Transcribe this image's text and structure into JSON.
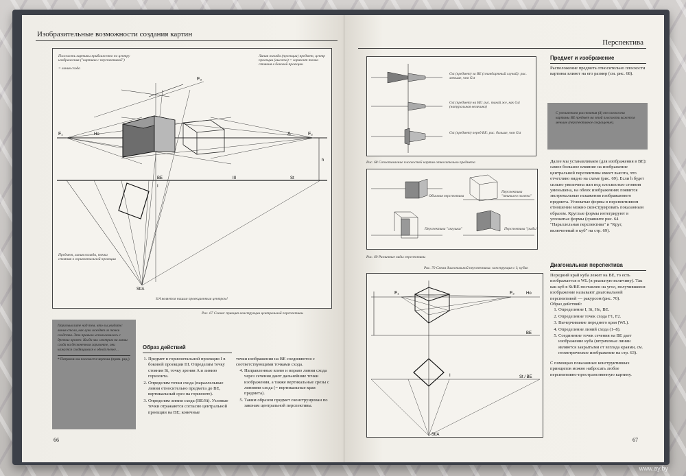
{
  "left_page": {
    "running_head": "Изобразительные возможности создания картин",
    "fig67": {
      "label_top_left": "Плоскость картины приближенно по центру изображения (\"картина с перспективой\")",
      "label_view_line": "= линия схода",
      "label_top_right": "Линия взгляда (проекции) предмет, центр проекции (высота) = горизонт точка стояния в боковой проекции",
      "label_bottom_left": "Предмет, линия взгляда, точка стояния в горизонтальной проекции",
      "label_center": "S/A является нашим проекционным центром!",
      "caption": "Рис. 67 Схема: принцип конструкции центральной перспективы",
      "marks": {
        "F1": "F₁",
        "F2": "F₂",
        "F3": "F₃",
        "Ho": "Ho",
        "A": "A",
        "BE": "BE",
        "St": "St",
        "III": "III",
        "I": "I",
        "h": "h",
        "StA": "St/A"
      }
    },
    "note_box": {
      "text": "Поразмыслите над тем, что вы увидите: линия стола, как лучи исходят из точки сходства. Это правило использовалось с древних времен. Когда мы смотрим на линии схода на бесконечном горизонте, они кажутся сходящимися в одной точке...",
      "footnote": "* Патрисии на плоскости чертежа (прим. ред.)"
    },
    "section_title": "Образ действий",
    "steps_col1": [
      "Предмет в горизонтальной проекции I в боковой проекции III. Определим точку стояния St, точку зрения A и линию горизонта.",
      "Определим точки схода (параллельные линии относительно предмета до BE, вертикальный срез на горизонте).",
      "Определим линии схода (BE/St). Узловые точки отражаются согласно центральной проекции на BE; конечные"
    ],
    "steps_col2_intro": "точки изображения на BE соединяются с соответствующими точками схода.",
    "steps_col2": [
      "Направленные влево и вправо линии схода через сечения дают дальнейшие точки изображения, а также вертикальные срезы с линиями схода (= вертикальные края предмета).",
      "Таким образом предмет сконструирован по законам центральной перспективы."
    ],
    "page_number": "66"
  },
  "right_page": {
    "running_head": "Перспектива",
    "fig68": {
      "rows": [
        "Gst (предмет) за BE (стандартный случай): рис. меньше, чем Gst",
        "Gst (предмет) на BE: рис. такой же, как Gst (натуральная величина)",
        "Gst (предмет) перед BE: рис. больше, чем Gst"
      ],
      "caption": "Рис. 68 Сопоставление плоскостей картин относительно предмета"
    },
    "fig69": {
      "labels": [
        "Обычная перспектива",
        "Перспектива \"птичьего полета\"",
        "Перспектива \"лягушки\"",
        "Перспектива \"рыбы\""
      ],
      "caption": "Рис. 69 Различные виды перспективы"
    },
    "fig70": {
      "caption": "Рис. 70 Схема диагональной перспективы: конструкция с I; кубик",
      "marks": {
        "F1": "F₁",
        "F2": "F₂",
        "Ho": "Ho",
        "BE": "BE",
        "StBE": "St / BE",
        "I": "I",
        "StA": "St/A"
      }
    },
    "section1_title": "Предмет и изображение",
    "section1_text": "Расположение предмета относительно плоскости картины влияет на его размер (см. рис. 68).",
    "note_box": "С увеличением расстояния (d) от плоскости картины BE предмет на этой плоскости кажется меньше (перспективное сокращение).",
    "section1_text2": "Далее мы устанавливаем (для изображения в BE): самое большое влияние на изображение центральной перспективы имеет высота, что отчетливо видно на схеме (рис. 69). Если h будет сильно увеличена или под плоскостью стояния уменьшена, на обеих изображениях появится экстремальные искажения изображаемого предмета. Угловатые формы в перспективном отношении можно сконструировать показанным образом. Круглые формы интегрируют в угловатые формы (сравните рис. 64 \"Параллельная перспектива\" и \"Круг, включенный в куб\" на стр. 69).",
    "section2_title": "Диагональная перспектива",
    "section2_text": "Передний край куба лежит на BE, то есть изображается в WL (в реальную величину). Так как куб в St/BE поставлен на угол, получившееся изображение называют диагональной перспективой — ракурсом (рис. 70).",
    "section2_list_title": "Образ действий:",
    "section2_steps": [
      "Определение I, St, Ho, BE.",
      "Определение точек схода F1, F2.",
      "Вычерчивание переднего края (WL).",
      "Определение линий схода (1–8).",
      "Соединение точек сечения на BE дает изображение куба (штриховые линии являются закрытыми от взгляда краями, см. геометрическое изображение на стр. 63)."
    ],
    "section2_closing": "С помощью показанных конструктивных принципов можно набросать любое перспективно-пространственную картину.",
    "page_number": "67"
  },
  "watermark": "www.ay.by"
}
